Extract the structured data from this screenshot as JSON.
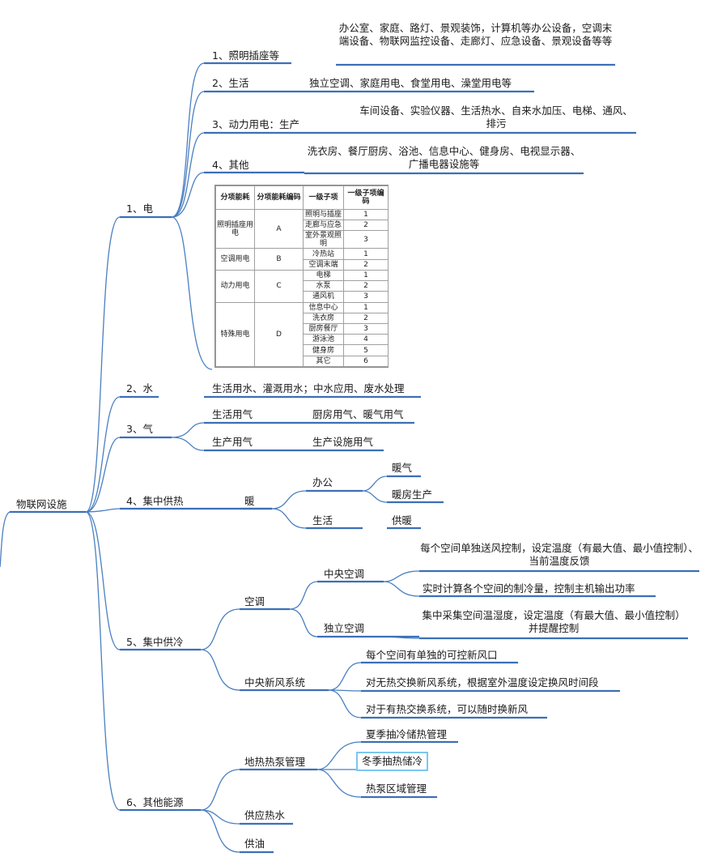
{
  "root": "物联网设施",
  "branches": {
    "b1": "1、电",
    "b2": "2、水",
    "b3": "3、气",
    "b4": "4、集中供热",
    "b5": "5、集中供冷",
    "b6": "6、其他能源"
  },
  "electric": {
    "e1": "1、照明插座等",
    "e1_detail": "办公室、家庭、路灯、景观装饰，计算机等办公设备，空调末端设备、物联网监控设备、走廊灯、应急设备、景观设备等等",
    "e2": "2、生活",
    "e2_detail": "独立空调、家庭用电、食堂用电、澡堂用电等",
    "e3": "3、动力用电：生产",
    "e3_detail": "车间设备、实验仪器、生活热水、自来水加压、电梯、通风、排污",
    "e4": "4、其他",
    "e4_detail": "洗衣房、餐厅厨房、浴池、信息中心、健身房、电视显示器、广播电器设施等"
  },
  "table": {
    "headers": [
      "分项能耗",
      "分项能耗编码",
      "一级子项",
      "一级子项编码"
    ],
    "groups": [
      {
        "name": "照明插座用电",
        "code": "A",
        "items": [
          [
            "照明与插座",
            "1"
          ],
          [
            "走廊与应急",
            "2"
          ],
          [
            "室外景观照明",
            "3"
          ]
        ]
      },
      {
        "name": "空调用电",
        "code": "B",
        "items": [
          [
            "冷热站",
            "1"
          ],
          [
            "空调末端",
            "2"
          ]
        ]
      },
      {
        "name": "动力用电",
        "code": "C",
        "items": [
          [
            "电梯",
            "1"
          ],
          [
            "水泵",
            "2"
          ],
          [
            "通风机",
            "3"
          ]
        ]
      },
      {
        "name": "特殊用电",
        "code": "D",
        "items": [
          [
            "信息中心",
            "1"
          ],
          [
            "洗衣房",
            "2"
          ],
          [
            "厨房餐厅",
            "3"
          ],
          [
            "游泳池",
            "4"
          ],
          [
            "健身房",
            "5"
          ],
          [
            "其它",
            "6"
          ]
        ]
      }
    ]
  },
  "water": {
    "detail": "生活用水、灌溉用水；中水应用、废水处理"
  },
  "gas": {
    "g1": "生活用气",
    "g1_detail": "厨房用气、暖气用气",
    "g2": "生产用气",
    "g2_detail": "生产设施用气"
  },
  "heating": {
    "n1": "暖",
    "office": "办公",
    "office_a": "暖气",
    "office_b": "暖房生产",
    "life": "生活",
    "life_a": "供暖"
  },
  "cooling": {
    "ac": "空调",
    "central": "中央空调",
    "central_a": "每个空间单独送风控制，设定温度（有最大值、最小值控制）、当前温度反馈",
    "central_b": "实时计算各个空间的制冷量，控制主机输出功率",
    "independent": "独立空调",
    "independent_a": "集中采集空间温湿度，设定温度（有最大值、最小值控制）并提醒控制",
    "fresh": "中央新风系统",
    "fresh_a": "每个空间有单独的可控新风口",
    "fresh_b": "对无热交换新风系统，根据室外温度设定换风时间段",
    "fresh_c": "对于有热交换系统，可以随时换新风"
  },
  "other": {
    "geo": "地热热泵管理",
    "geo_a": "夏季抽冷储热管理",
    "geo_b": "冬季抽热储冷",
    "geo_c": "热泵区域管理",
    "hot": "供应热水",
    "oil": "供油"
  },
  "colors": {
    "line": "#4a7fc1",
    "underline": "#3c6fb6",
    "highlight": "#7cc6f0"
  }
}
